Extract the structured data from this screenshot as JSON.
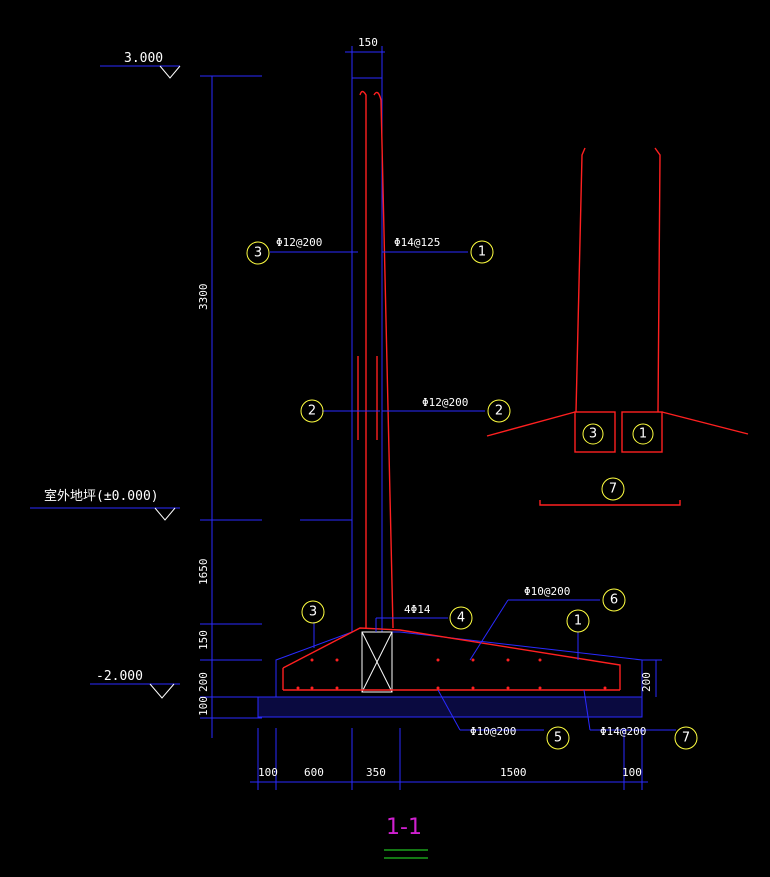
{
  "colors": {
    "background": "#000000",
    "outline": "#2a2aff",
    "rebar": "#ff2020",
    "callout": "#ffff40",
    "title": "#d020d0",
    "title_underline": "#20c020",
    "text": "#ffffff"
  },
  "elevations": {
    "top": "3.000",
    "ground": "室外地坪(±0.000)",
    "bottom": "-2.000"
  },
  "dimensions": {
    "wall_thickness": "150",
    "vertical": [
      "3300",
      "1650",
      "150",
      "200",
      "100"
    ],
    "horizontal": [
      "100",
      "600",
      "350",
      "1500",
      "100"
    ],
    "toe_right": "200"
  },
  "rebar_labels": {
    "bar3": "Φ12@200",
    "bar1": "Φ14@125",
    "bar2": "Φ12@200",
    "bar4": "4Φ14",
    "bar6": "Φ10@200",
    "bar5": "Φ10@200",
    "bar7": "Φ14@200"
  },
  "callouts": {
    "c1": "1",
    "c2": "2",
    "c3": "3",
    "c4": "4",
    "c5": "5",
    "c6": "6",
    "c7": "7"
  },
  "section_title": "1-1"
}
